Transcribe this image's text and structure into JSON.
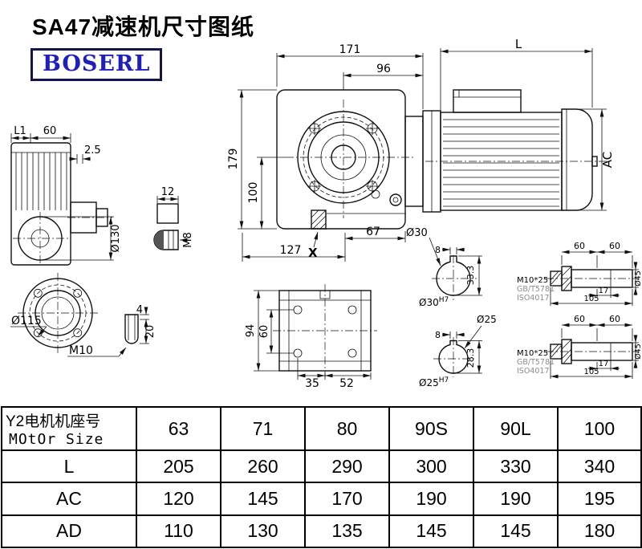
{
  "page": {
    "title": "SA47减速机尺寸图纸",
    "brand": "BOSERL",
    "brand_color": "#1f1fbf"
  },
  "views": {
    "side": {
      "l1": "L1",
      "w60": "60",
      "gap": "2.5",
      "dia": "Ø130"
    },
    "key_m8": {
      "w12": "12",
      "thread": "M8"
    },
    "flange": {
      "dia": "Ø115",
      "thread": "M10"
    },
    "key_stud": {
      "d4": "4",
      "d20": "20"
    },
    "front": {
      "w171": "171",
      "w96": "96",
      "h179": "179",
      "h100": "100",
      "w67": "67",
      "w127": "127",
      "x_mark": "X",
      "dia30": "Ø30"
    },
    "motor": {
      "len": "L",
      "dia": "AC"
    },
    "bottom": {
      "h94": "94",
      "h60": "60",
      "w35": "35",
      "w52": "52"
    },
    "bore30": {
      "key_w": "8",
      "depth": "33.3",
      "dia_base": "Ø30",
      "dia_tol": "H7"
    },
    "bore25": {
      "key_w": "8",
      "depth": "28.3",
      "dia_base": "Ø25",
      "dia_tol": "H7",
      "callout": "Ø25"
    },
    "shaft_ends": [
      {
        "seg1": "60",
        "seg2": "60",
        "bolt": "M10*25",
        "std_gb": "GB/T5781",
        "std_iso": "ISO4017",
        "tip": "17",
        "len": "105",
        "dia": "Ø45"
      },
      {
        "seg1": "60",
        "seg2": "60",
        "bolt": "M10*25",
        "std_gb": "GB/T5781",
        "std_iso": "ISO4017",
        "tip": "17",
        "len": "105",
        "dia": "Ø45"
      }
    ]
  },
  "table": {
    "motor_label_cn": "Y2电机机座号",
    "motor_label_en": "MOtOr Size",
    "sizes": [
      "63",
      "71",
      "80",
      "90S",
      "90L",
      "100"
    ],
    "rows": [
      {
        "label": "L",
        "values": [
          "205",
          "260",
          "290",
          "300",
          "330",
          "340"
        ]
      },
      {
        "label": "AC",
        "values": [
          "120",
          "145",
          "170",
          "190",
          "190",
          "195"
        ]
      },
      {
        "label": "AD",
        "values": [
          "110",
          "130",
          "135",
          "145",
          "145",
          "180"
        ]
      }
    ]
  }
}
